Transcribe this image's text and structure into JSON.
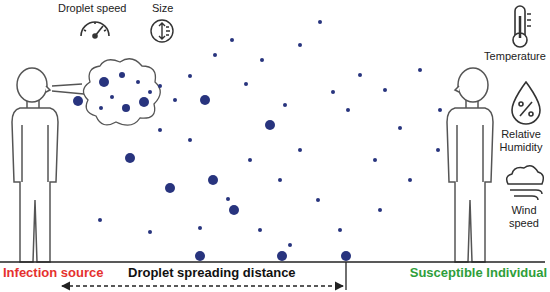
{
  "diagram": {
    "labels": [
      "Droplet speed",
      "Size",
      "Temperature",
      "Relative Humidity",
      "Wind speed",
      "Infection source",
      "Droplet spreading distance",
      "Susceptible Individual"
    ]
  }
}
